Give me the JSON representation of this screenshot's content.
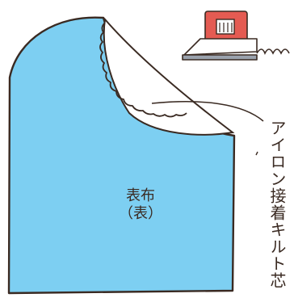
{
  "fabric": {
    "title": "表布",
    "subtitle": "（表）"
  },
  "interfacing": {
    "label": "アイロン接着キルト芯"
  },
  "icons": {
    "iron": "iron-icon"
  },
  "colors": {
    "fabric_fill": "#7dcff2",
    "outline": "#3a2a22",
    "iron_red": "#e45b52",
    "iron_base": "#9aa2ad"
  }
}
